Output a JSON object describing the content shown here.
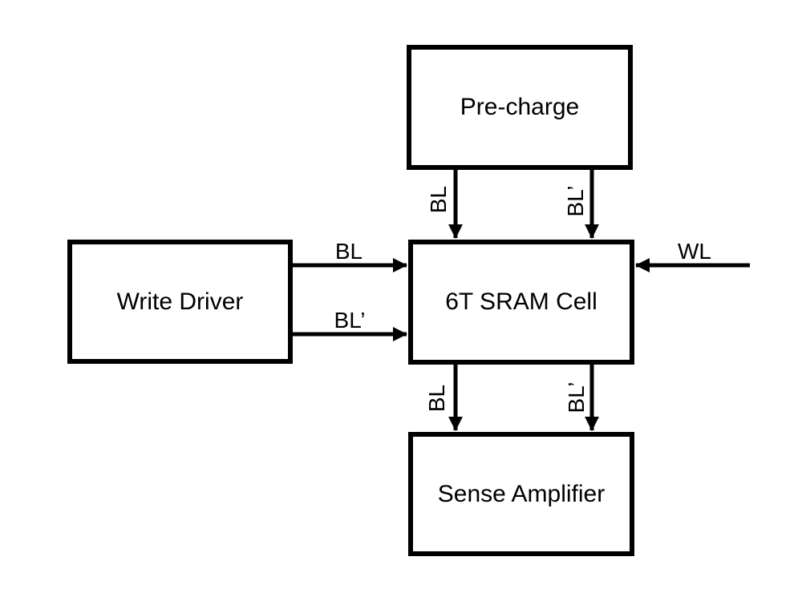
{
  "diagram": {
    "background_color": "#ffffff",
    "stroke_color": "#000000",
    "boxes": {
      "precharge": {
        "label": "Pre-charge"
      },
      "write_driver": {
        "label": "Write Driver"
      },
      "sram_cell": {
        "label": "6T SRAM Cell"
      },
      "sense_amp": {
        "label": "Sense Amplifier"
      }
    },
    "edges": {
      "precharge_to_sram_bl": {
        "label": "BL",
        "from": "Pre-charge",
        "to": "6T SRAM Cell"
      },
      "precharge_to_sram_blb": {
        "label": "BL’",
        "from": "Pre-charge",
        "to": "6T SRAM Cell"
      },
      "writedriver_to_sram_bl": {
        "label": "BL",
        "from": "Write Driver",
        "to": "6T SRAM Cell"
      },
      "writedriver_to_sram_blb": {
        "label": "BL’",
        "from": "Write Driver",
        "to": "6T SRAM Cell"
      },
      "wordline": {
        "label": "WL",
        "to": "6T SRAM Cell"
      },
      "sram_to_senseamp_bl": {
        "label": "BL",
        "from": "6T SRAM Cell",
        "to": "Sense Amplifier"
      },
      "sram_to_senseamp_blb": {
        "label": "BL’",
        "from": "6T SRAM Cell",
        "to": "Sense Amplifier"
      }
    }
  }
}
